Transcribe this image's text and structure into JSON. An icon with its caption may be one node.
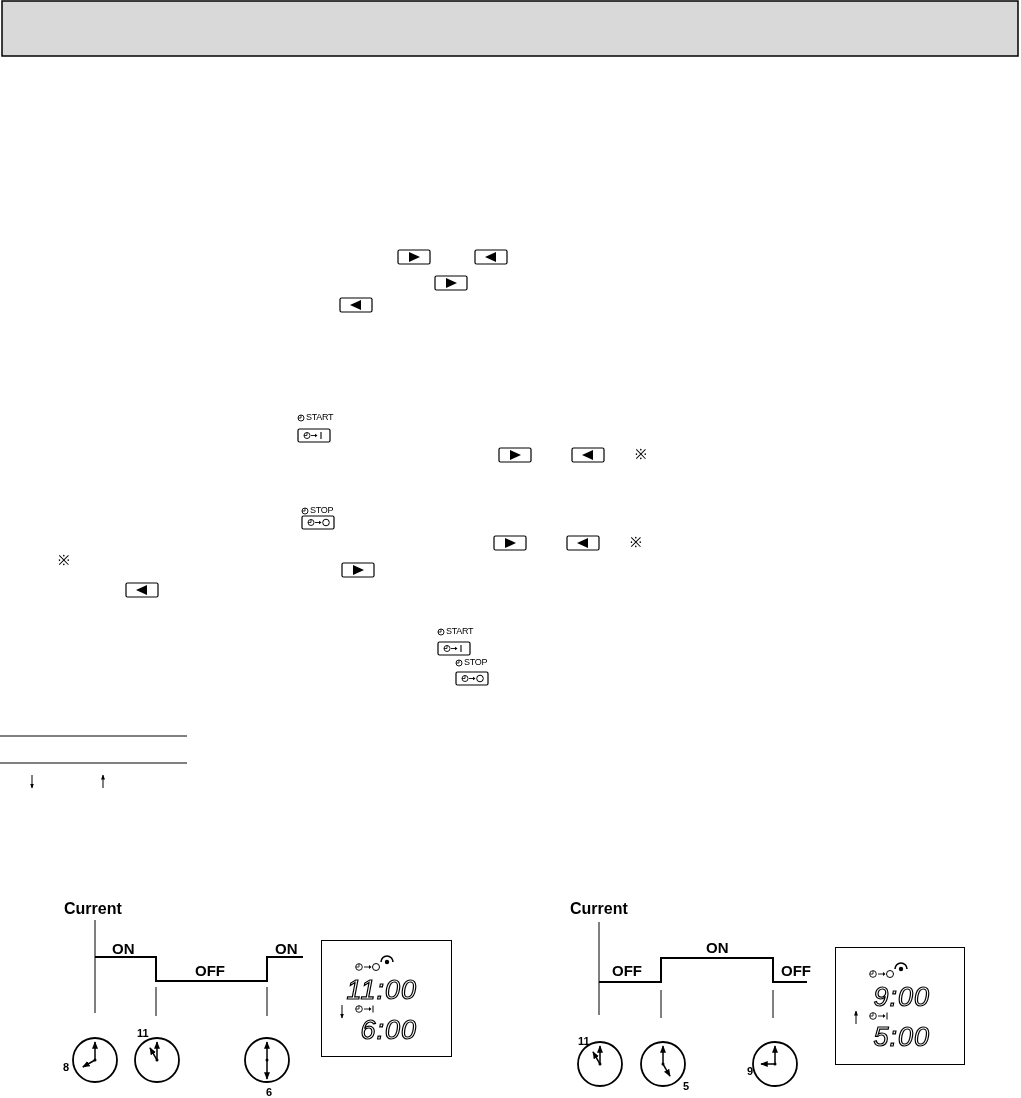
{
  "diagram": {
    "nodes": [
      {
        "text": [
          "11:00",
          "6:00"
        ]
      },
      {
        "text": [
          "9:00",
          "5:00"
        ]
      }
    ],
    "labels": [
      "START",
      "※",
      "STOP",
      "※",
      "※",
      "START",
      "STOP",
      "Current",
      "ON",
      "OFF",
      "ON",
      "8",
      "11",
      "6",
      "Current",
      "OFF",
      "ON",
      "OFF",
      "11",
      "5",
      "9"
    ]
  }
}
